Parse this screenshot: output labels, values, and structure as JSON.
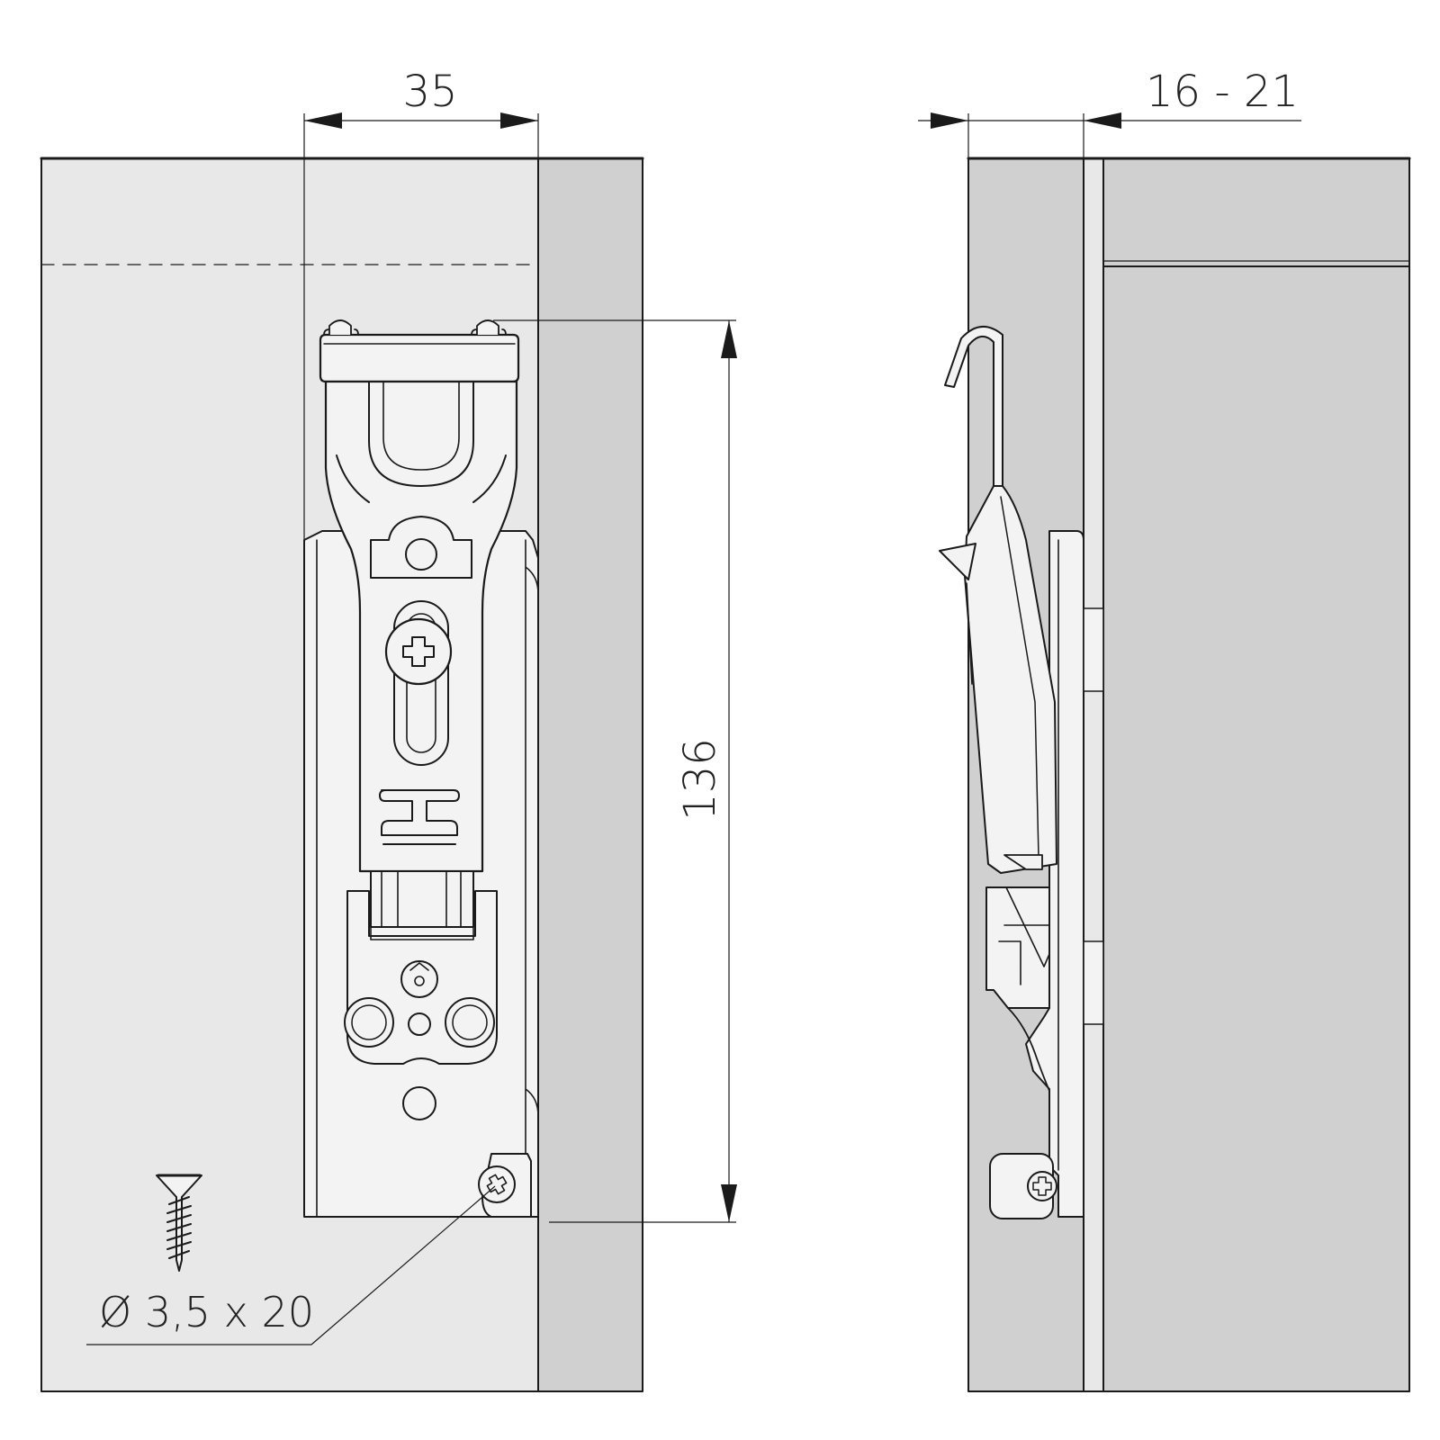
{
  "dimensions": {
    "width_front": "35",
    "height": "136",
    "panel_range": "16 - 21",
    "screw_spec": "Ø 3,5 x 20"
  },
  "colors": {
    "panel_light": "#e8e8e8",
    "panel_dark": "#d0d0d0",
    "metal": "#f3f3f3",
    "line": "#1a1a1a"
  }
}
